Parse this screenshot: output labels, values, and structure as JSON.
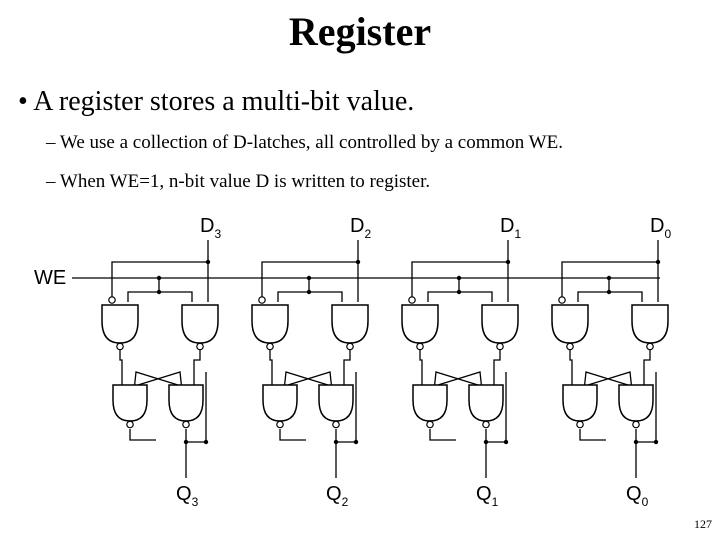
{
  "title": "Register",
  "bullet": "• A register stores a multi-bit value.",
  "subs": [
    "– We use a collection of D-latches, all controlled by a common WE.",
    "– When WE=1, n-bit value D is written to register."
  ],
  "diagram": {
    "we_label": "WE",
    "inputs": [
      {
        "name": "D",
        "sub": "3"
      },
      {
        "name": "D",
        "sub": "2"
      },
      {
        "name": "D",
        "sub": "1"
      },
      {
        "name": "D",
        "sub": "0"
      }
    ],
    "outputs": [
      {
        "name": "Q",
        "sub": "3"
      },
      {
        "name": "Q",
        "sub": "2"
      },
      {
        "name": "Q",
        "sub": "1"
      },
      {
        "name": "Q",
        "sub": "0"
      }
    ]
  },
  "page_number": "127"
}
